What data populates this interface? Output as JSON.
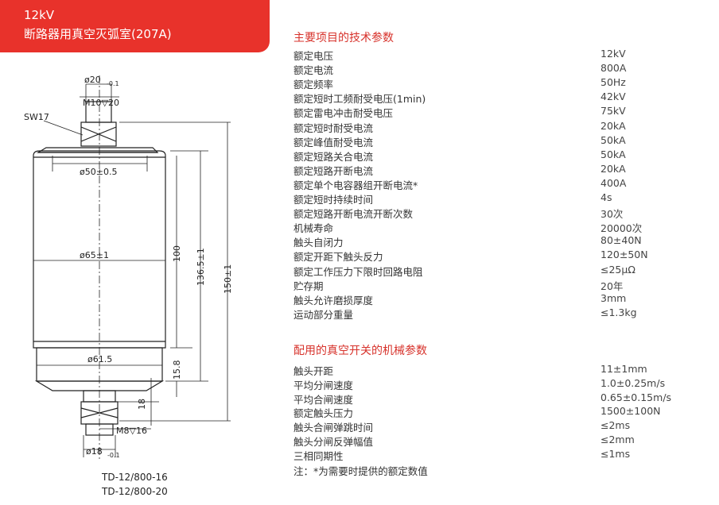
{
  "header": {
    "line1": "12kV",
    "line2": "断路器用真空灭弧室(207A)",
    "accent_color": "#e8322b"
  },
  "drawing": {
    "dims": {
      "top_dia": "ø20",
      "top_dia_tol": "-0.1",
      "top_thread": "M10▽20",
      "wrench": "SW17",
      "flange_dia": "ø50±0.5",
      "body_dia": "ø65±1",
      "lower_dia": "ø61.5",
      "h100": "100",
      "h1365": "136.5±1",
      "h150": "150±1",
      "h158": "15.8",
      "h18": "18",
      "bottom_thread": "M8▽16",
      "bottom_dia": "ø18",
      "bottom_dia_tol": "-0.1"
    },
    "models": [
      "TD-12/800-16",
      "TD-12/800-20"
    ]
  },
  "tech_params": {
    "title": "主要项目的技术参数",
    "rows": [
      {
        "label": "额定电压",
        "value": "12kV"
      },
      {
        "label": "额定电流",
        "value": "800A"
      },
      {
        "label": "额定频率",
        "value": "50Hz"
      },
      {
        "label": "额定短时工频耐受电压(1min)",
        "value": "42kV"
      },
      {
        "label": "额定雷电冲击耐受电压",
        "value": "75kV"
      },
      {
        "label": "额定短时耐受电流",
        "value": "20kA"
      },
      {
        "label": "额定峰值耐受电流",
        "value": "50kA"
      },
      {
        "label": "额定短路关合电流",
        "value": "50kA"
      },
      {
        "label": "额定短路开断电流",
        "value": "20kA"
      },
      {
        "label": "额定单个电容器组开断电流*",
        "value": "400A"
      },
      {
        "label": "额定短时持续时间",
        "value": "4s"
      },
      {
        "label": "额定短路开断电流开断次数",
        "value": "30次"
      },
      {
        "label": "机械寿命",
        "value": "20000次"
      },
      {
        "label": "触头自闭力",
        "value": "80±40N"
      },
      {
        "label": "额定开距下触头反力",
        "value": "120±50N"
      },
      {
        "label": "额定工作压力下限时回路电阻",
        "value": "≤25μΩ"
      },
      {
        "label": "贮存期",
        "value": "20年"
      },
      {
        "label": "触头允许磨损厚度",
        "value": "3mm"
      },
      {
        "label": "运动部分重量",
        "value": "≤1.3kg"
      }
    ]
  },
  "mech_params": {
    "title": "配用的真空开关的机械参数",
    "rows": [
      {
        "label": "触头开距",
        "value": "11±1mm"
      },
      {
        "label": "平均分闸速度",
        "value": "1.0±0.25m/s"
      },
      {
        "label": "平均合闸速度",
        "value": "0.65±0.15m/s"
      },
      {
        "label": "额定触头压力",
        "value": "1500±100N"
      },
      {
        "label": "触头合闸弹跳时间",
        "value": "≤2ms"
      },
      {
        "label": "触头分闸反弹幅值",
        "value": "≤2mm"
      },
      {
        "label": "三相同期性",
        "value": "≤1ms"
      }
    ]
  },
  "note": "注：*为需要时提供的额定数值"
}
